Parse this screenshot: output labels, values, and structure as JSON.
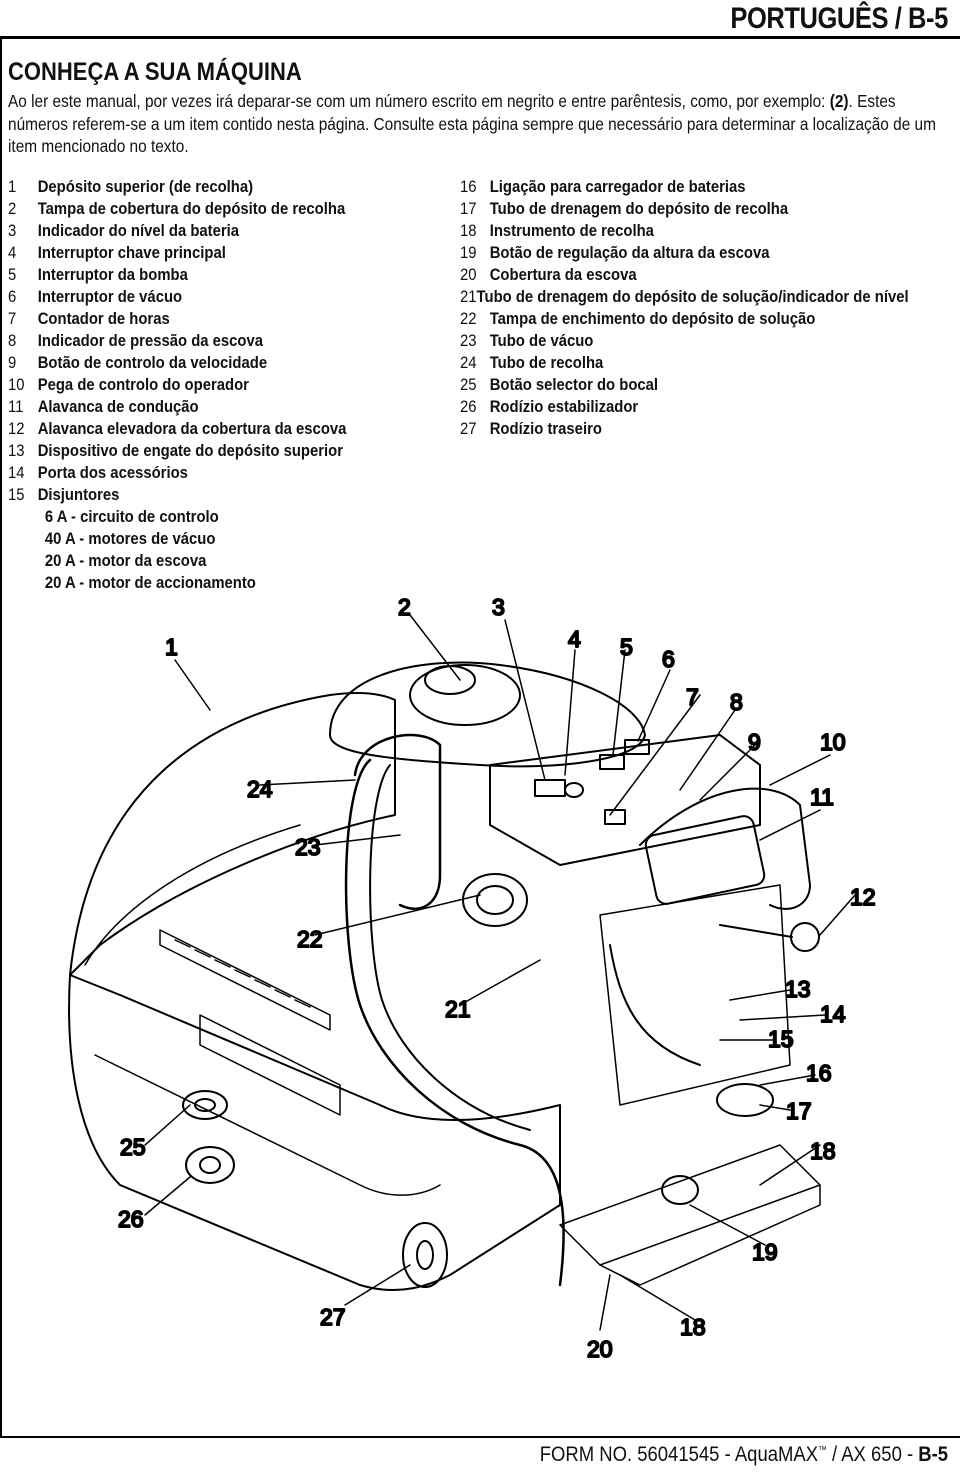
{
  "header": {
    "language_page": "PORTUGUÊS / B-5"
  },
  "section": {
    "title": "CONHEÇA A SUA MÁQUINA",
    "intro_a": "Ao ler este manual, por vezes irá deparar-se com um número escrito em negrito e entre parêntesis, como, por exemplo: ",
    "intro_bold": "(2)",
    "intro_b": ".  Estes números referem-se a um item contido nesta página.  Consulte esta página sempre que necessário para determinar a localização de um item mencionado no texto."
  },
  "parts_left": [
    {
      "num": "1",
      "label": "Depósito superior (de recolha)"
    },
    {
      "num": "2",
      "label": "Tampa de cobertura do depósito de recolha"
    },
    {
      "num": "3",
      "label": "Indicador do nível da bateria"
    },
    {
      "num": "4",
      "label": "Interruptor chave principal"
    },
    {
      "num": "5",
      "label": "Interruptor da bomba"
    },
    {
      "num": "6",
      "label": "Interruptor de vácuo"
    },
    {
      "num": "7",
      "label": "Contador de horas"
    },
    {
      "num": "8",
      "label": "Indicador de pressão da escova"
    },
    {
      "num": "9",
      "label": "Botão de controlo da velocidade"
    },
    {
      "num": "10",
      "label": "Pega de controlo do operador"
    },
    {
      "num": "11",
      "label": "Alavanca de condução"
    },
    {
      "num": "12",
      "label": "Alavanca elevadora da cobertura da escova"
    },
    {
      "num": "13",
      "label": "Dispositivo de engate do depósito superior"
    },
    {
      "num": "14",
      "label": "Porta dos acessórios"
    },
    {
      "num": "15",
      "label": "Disjuntores"
    }
  ],
  "breakers": [
    "6 A - circuito de controlo",
    "40 A - motores de vácuo",
    "20 A - motor da escova",
    "20 A - motor de accionamento"
  ],
  "parts_right": [
    {
      "num": "16",
      "label": "Ligação para carregador de baterias"
    },
    {
      "num": "17",
      "label": "Tubo de drenagem do depósito de recolha"
    },
    {
      "num": "18",
      "label": "Instrumento de recolha"
    },
    {
      "num": "19",
      "label": "Botão de regulação da altura da escova"
    },
    {
      "num": "20",
      "label": "Cobertura da escova"
    },
    {
      "num": "21",
      "label": "Tubo de drenagem do depósito de solução/indicador de nível"
    },
    {
      "num": "22",
      "label": "Tampa de enchimento do depósito de solução"
    },
    {
      "num": "23",
      "label": "Tubo de vácuo"
    },
    {
      "num": "24",
      "label": "Tubo de recolha"
    },
    {
      "num": "25",
      "label": "Botão selector do bocal"
    },
    {
      "num": "26",
      "label": "Rodízio estabilizador"
    },
    {
      "num": "27",
      "label": "Rodízio traseiro"
    }
  ],
  "callouts": [
    "1",
    "2",
    "3",
    "4",
    "5",
    "6",
    "7",
    "8",
    "9",
    "10",
    "11",
    "12",
    "13",
    "14",
    "15",
    "16",
    "17",
    "18",
    "19",
    "20",
    "21",
    "22",
    "23",
    "24",
    "25",
    "26",
    "27",
    "18"
  ],
  "footer": {
    "form": "FORM NO. 56041545 - AquaMAX",
    "tm": "™",
    "model": " / AX 650 - ",
    "page": "B-5"
  }
}
